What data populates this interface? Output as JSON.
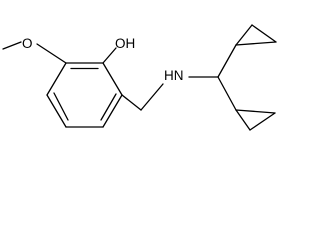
{
  "molecule": {
    "atoms": {
      "methoxy_oxygen": "O",
      "hydroxyl": "OH",
      "amine": "HN"
    }
  },
  "colors": {
    "bond": "#000000",
    "text": "#000000",
    "background": "#ffffff"
  }
}
